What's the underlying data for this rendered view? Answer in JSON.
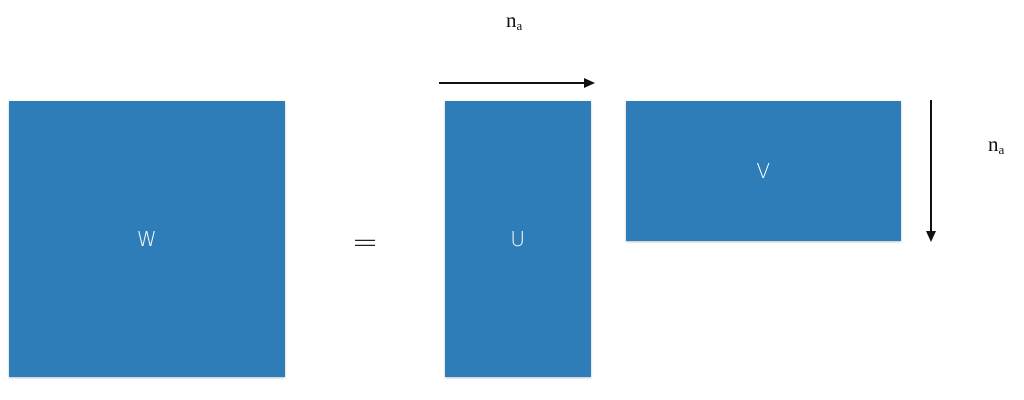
{
  "matrices": {
    "w": {
      "label": "W"
    },
    "u": {
      "label": "U"
    },
    "v": {
      "label": "V"
    }
  },
  "operator": "=",
  "dimension_labels": {
    "top": {
      "base": "n",
      "subscript": "a"
    },
    "right": {
      "base": "n",
      "subscript": "a"
    }
  },
  "colors": {
    "matrix_fill": "#2f7db8",
    "matrix_text": "#ffffff",
    "arrow": "#111111"
  }
}
